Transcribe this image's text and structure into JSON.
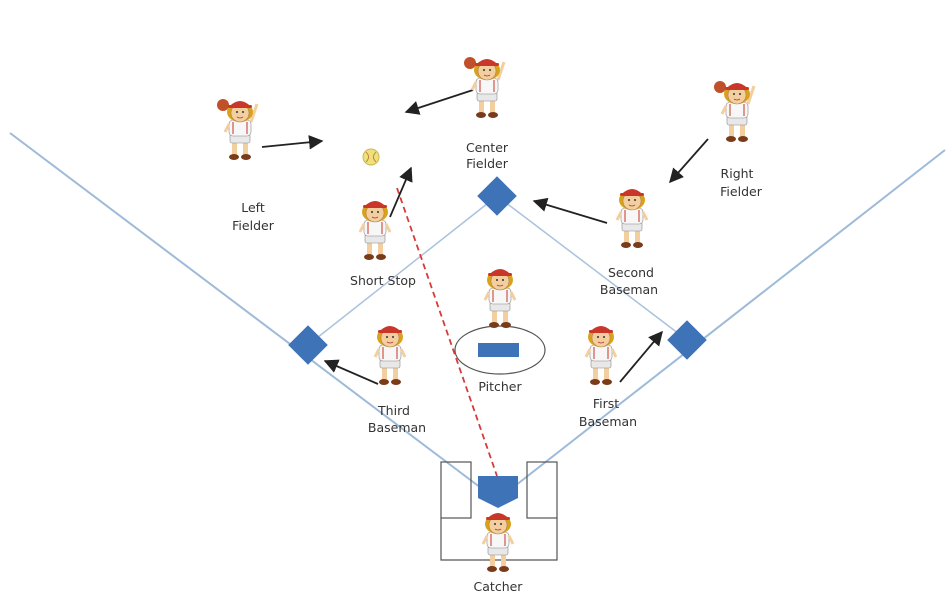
{
  "colors": {
    "base": "#3f73b7",
    "foul_line": "#9dbbd9",
    "basepath": "#a9c2dd",
    "box_line": "#555555",
    "arrow": "#222222",
    "throw_line": "#d83a3a",
    "ball": "#eee07a",
    "cap": "#c9362a",
    "skin": "#f3cf9f",
    "shirt": "#f7f7f7",
    "hair": "#d8a21c",
    "shorts": "#e8e8e8",
    "shoe": "#7a3b1a"
  },
  "players": [
    {
      "id": "left-fielder",
      "label_lines": [
        "Left",
        "Fielder"
      ],
      "icon": "player-throwing-icon"
    },
    {
      "id": "center-fielder",
      "label_lines": [
        "Center",
        "Fielder"
      ],
      "icon": "player-throwing-icon"
    },
    {
      "id": "right-fielder",
      "label_lines": [
        "Right",
        "Fielder"
      ],
      "icon": "player-throwing-icon"
    },
    {
      "id": "short-stop",
      "label_lines": [
        "Short Stop"
      ],
      "icon": "player-icon"
    },
    {
      "id": "second-baseman",
      "label_lines": [
        "Second",
        "Baseman"
      ],
      "icon": "player-icon"
    },
    {
      "id": "pitcher",
      "label_lines": [
        "Pitcher"
      ],
      "icon": "player-icon"
    },
    {
      "id": "third-baseman",
      "label_lines": [
        "Third",
        "Baseman"
      ],
      "icon": "player-icon"
    },
    {
      "id": "first-baseman",
      "label_lines": [
        "First",
        "Baseman"
      ],
      "icon": "player-icon"
    },
    {
      "id": "catcher",
      "label_lines": [
        "Catcher"
      ],
      "icon": "player-icon"
    }
  ],
  "ball_icon": "baseball-icon"
}
